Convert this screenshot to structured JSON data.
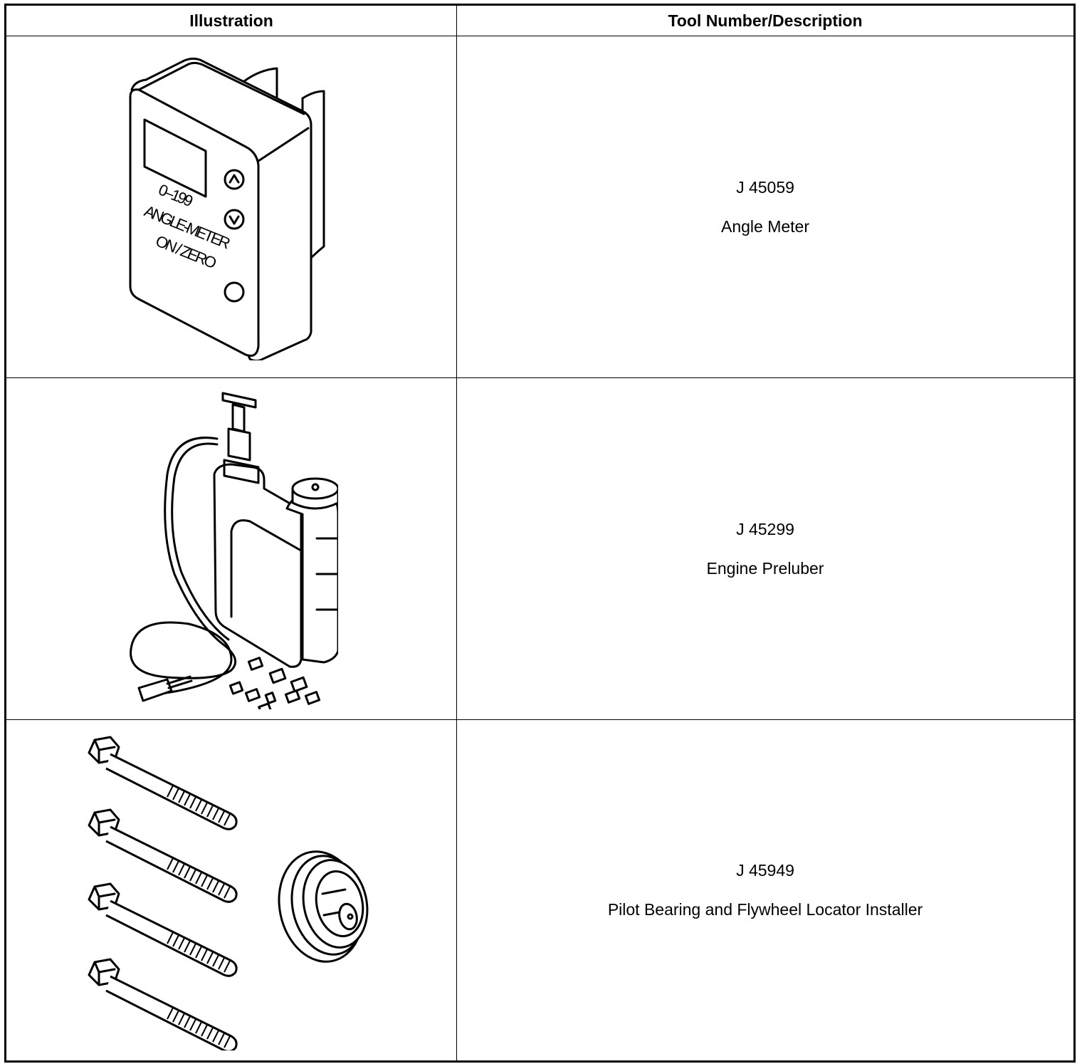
{
  "table": {
    "headers": [
      "Illustration",
      "Tool Number/Description"
    ],
    "rows": [
      {
        "tool_number": "J 45059",
        "description": "Angle Meter",
        "illustration_text": {
          "range": "0–199",
          "model": "ANGLE-METER",
          "button": "ON / ZERO"
        }
      },
      {
        "tool_number": "J 45299",
        "description": "Engine Preluber"
      },
      {
        "tool_number": "J 45949",
        "description": "Pilot Bearing and Flywheel Locator Installer"
      }
    ]
  }
}
